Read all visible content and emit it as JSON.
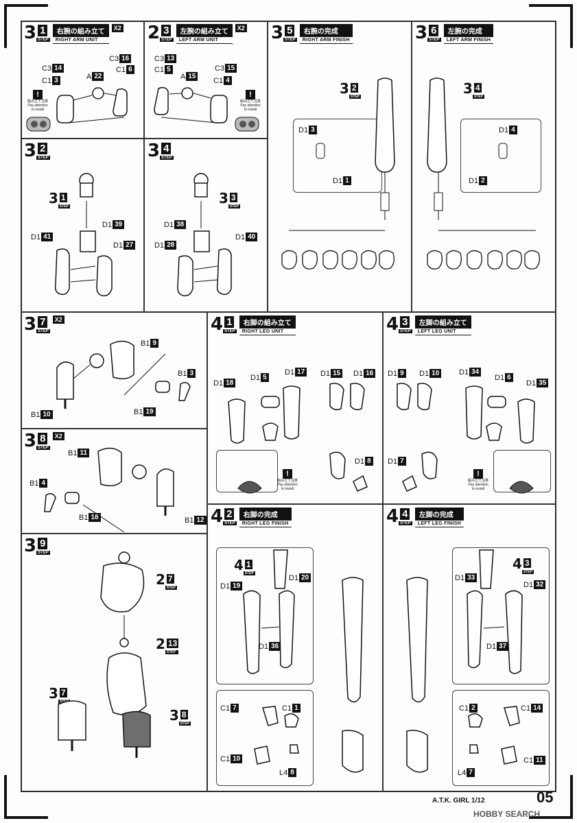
{
  "steps": {
    "s31": {
      "big": "3",
      "sub": "1",
      "jp": "右腕の組み立て",
      "en": "RIGHT ARM UNIT",
      "mult": "X2",
      "step": "STEP",
      "labels": [
        {
          "p": "C3",
          "n": "16"
        },
        {
          "p": "C3",
          "n": "14"
        },
        {
          "p": "A",
          "n": "22"
        },
        {
          "p": "C1",
          "n": "6"
        },
        {
          "p": "C1",
          "n": "3"
        }
      ]
    },
    "s23": {
      "big": "2",
      "sub": "3",
      "jp": "左腕の組み立て",
      "en": "LEFT ARM UNIT",
      "mult": "X2",
      "step": "STEP",
      "labels": [
        {
          "p": "C3",
          "n": "13"
        },
        {
          "p": "C1",
          "n": "5"
        },
        {
          "p": "A",
          "n": "15"
        },
        {
          "p": "C3",
          "n": "15"
        },
        {
          "p": "C1",
          "n": "4"
        }
      ]
    },
    "s35": {
      "big": "3",
      "sub": "5",
      "jp": "右腕の完成",
      "en": "RIGHT ARM FINISH",
      "step": "STEP",
      "labels": [
        {
          "p": "D1",
          "n": "3"
        },
        {
          "p": "D1",
          "n": "1"
        }
      ],
      "ref": {
        "big": "3",
        "sub": "2"
      }
    },
    "s36": {
      "big": "3",
      "sub": "6",
      "jp": "左腕の完成",
      "en": "LEFT ARM FINISH",
      "step": "STEP",
      "labels": [
        {
          "p": "D1",
          "n": "4"
        },
        {
          "p": "D1",
          "n": "2"
        }
      ],
      "ref": {
        "big": "3",
        "sub": "4"
      }
    },
    "s32": {
      "big": "3",
      "sub": "2",
      "step": "STEP",
      "ref": {
        "big": "3",
        "sub": "1"
      },
      "labels": [
        {
          "p": "D1",
          "n": "39"
        },
        {
          "p": "D1",
          "n": "41"
        },
        {
          "p": "D1",
          "n": "27"
        }
      ]
    },
    "s34": {
      "big": "3",
      "sub": "4",
      "step": "STEP",
      "ref": {
        "big": "3",
        "sub": "3"
      },
      "labels": [
        {
          "p": "D1",
          "n": "38"
        },
        {
          "p": "D1",
          "n": "28"
        },
        {
          "p": "D1",
          "n": "40"
        }
      ]
    },
    "s37": {
      "big": "3",
      "sub": "7",
      "mult": "X2",
      "step": "STEP",
      "labels": [
        {
          "p": "B1",
          "n": "9"
        },
        {
          "p": "B1",
          "n": "3"
        },
        {
          "p": "B1",
          "n": "10"
        },
        {
          "p": "B1",
          "n": "19"
        }
      ]
    },
    "s41": {
      "big": "4",
      "sub": "1",
      "jp": "右脚の組み立て",
      "en": "RIGHT LEG UNIT",
      "step": "STEP",
      "labels": [
        {
          "p": "D1",
          "n": "18"
        },
        {
          "p": "D1",
          "n": "5"
        },
        {
          "p": "D1",
          "n": "17"
        },
        {
          "p": "D1",
          "n": "15"
        },
        {
          "p": "D1",
          "n": "16"
        },
        {
          "p": "D1",
          "n": "8"
        }
      ]
    },
    "s43": {
      "big": "4",
      "sub": "3",
      "jp": "左脚の組み立て",
      "en": "LEFT LEG UNIT",
      "step": "STEP",
      "labels": [
        {
          "p": "D1",
          "n": "9"
        },
        {
          "p": "D1",
          "n": "10"
        },
        {
          "p": "D1",
          "n": "34"
        },
        {
          "p": "D1",
          "n": "6"
        },
        {
          "p": "D1",
          "n": "35"
        },
        {
          "p": "D1",
          "n": "7"
        }
      ]
    },
    "s38": {
      "big": "3",
      "sub": "8",
      "mult": "X2",
      "step": "STEP",
      "labels": [
        {
          "p": "B1",
          "n": "11"
        },
        {
          "p": "B1",
          "n": "4"
        },
        {
          "p": "B1",
          "n": "18"
        },
        {
          "p": "B1",
          "n": "12"
        }
      ]
    },
    "s42": {
      "big": "4",
      "sub": "2",
      "jp": "右脚の完成",
      "en": "RIGHT LEG FINISH",
      "step": "STEP",
      "ref": {
        "big": "4",
        "sub": "1"
      },
      "labels": [
        {
          "p": "D1",
          "n": "19"
        },
        {
          "p": "D1",
          "n": "20"
        },
        {
          "p": "D1",
          "n": "36"
        },
        {
          "p": "C1",
          "n": "7"
        },
        {
          "p": "C1",
          "n": "1"
        },
        {
          "p": "C1",
          "n": "10"
        },
        {
          "p": "L4",
          "n": "8"
        }
      ]
    },
    "s44": {
      "big": "4",
      "sub": "4",
      "jp": "左脚の完成",
      "en": "LEFT LEG FINISH",
      "step": "STEP",
      "ref": {
        "big": "4",
        "sub": "3"
      },
      "labels": [
        {
          "p": "D1",
          "n": "33"
        },
        {
          "p": "D1",
          "n": "32"
        },
        {
          "p": "D1",
          "n": "37"
        },
        {
          "p": "C1",
          "n": "2"
        },
        {
          "p": "C1",
          "n": "14"
        },
        {
          "p": "C1",
          "n": "11"
        },
        {
          "p": "L4",
          "n": "7"
        }
      ]
    },
    "s39": {
      "big": "3",
      "sub": "9",
      "step": "STEP",
      "refs": [
        {
          "big": "2",
          "sub": "7"
        },
        {
          "big": "2",
          "sub": "13"
        },
        {
          "big": "3",
          "sub": "7"
        },
        {
          "big": "3",
          "sub": "8"
        }
      ]
    }
  },
  "warning": {
    "icon": "!",
    "jp": "組み立て注意",
    "en1": "Pay attention",
    "en2": "to install"
  },
  "footer": {
    "product": "A.T.K. GIRL 1/12",
    "page": "05",
    "watermark": "HOBBY SEARCH"
  },
  "colors": {
    "ink": "#111111",
    "paper": "#fdfdfd",
    "shade": "#6e6e6e"
  }
}
